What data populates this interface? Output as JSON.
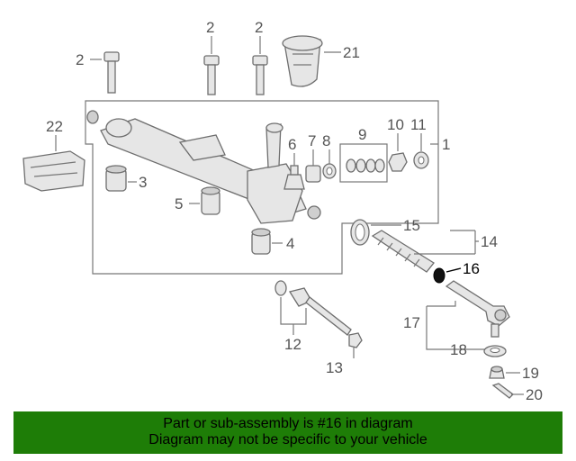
{
  "callouts": {
    "c1": "1",
    "c2a": "2",
    "c2b": "2",
    "c2c": "2",
    "c3": "3",
    "c4": "4",
    "c5": "5",
    "c6": "6",
    "c7": "7",
    "c8": "8",
    "c9": "9",
    "c10": "10",
    "c11": "11",
    "c12": "12",
    "c13": "13",
    "c14": "14",
    "c15": "15",
    "c16": "16",
    "c17": "17",
    "c18": "18",
    "c19": "19",
    "c20": "20",
    "c21": "21",
    "c22": "22"
  },
  "highlight_part": "16",
  "colors": {
    "banner": "#1e7d07",
    "highlight": "#000000",
    "line": "#777777"
  },
  "footer": {
    "line1": "Part or sub-assembly is #16 in diagram",
    "line2": "Diagram may not be specific to your vehicle"
  }
}
